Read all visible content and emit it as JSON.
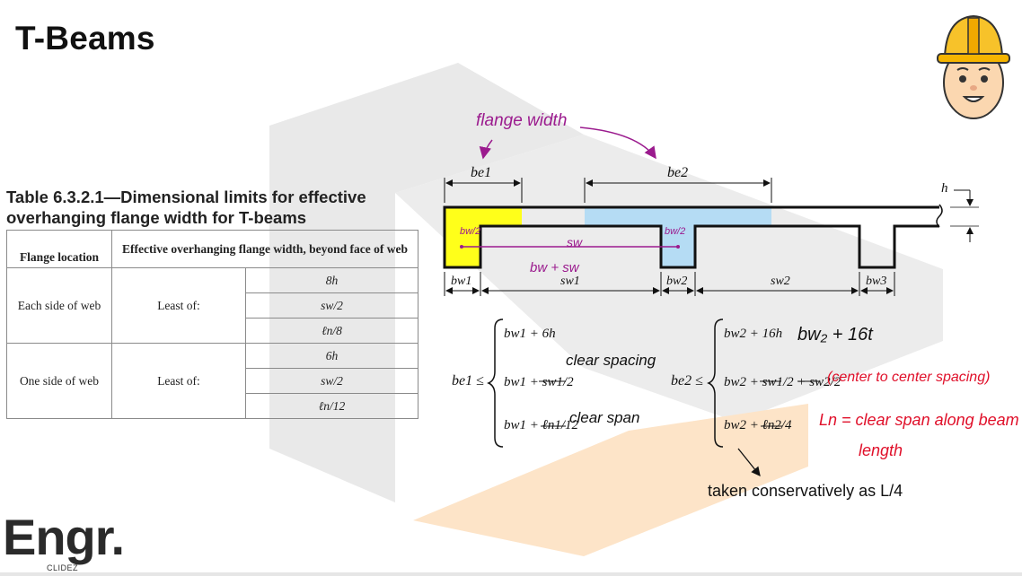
{
  "title": "T-Beams",
  "table": {
    "caption_line1": "Table 6.3.2.1—Dimensional limits for effective",
    "caption_line2": "overhanging flange width for T-beams",
    "col1_header": "Flange location",
    "col2_header": "Effective overhanging flange width, beyond face of web",
    "group1_location": "Each side of web",
    "group1_rule": "Least of:",
    "group1_values": [
      "8h",
      "sw/2",
      "ℓn/8"
    ],
    "group2_location": "One side of web",
    "group2_rule": "Least of:",
    "group2_values": [
      "6h",
      "sw/2",
      "ℓn/12"
    ]
  },
  "diagram": {
    "be1": "be1",
    "be2": "be2",
    "h": "h",
    "bw1": "bw1",
    "sw1": "sw1",
    "bw2": "bw2",
    "sw2": "sw2",
    "bw3": "bw3"
  },
  "annotations": {
    "flange_width": "flange width",
    "bw_half_1": "bw/2",
    "bw_half_2": "bw/2",
    "sw": "sw",
    "bw_plus_sw": "bw + sw",
    "clear_spacing": "clear spacing",
    "clear_span": "clear span",
    "bw2_16t": "bw₂ + 16t",
    "center_spacing": "(center to center spacing)",
    "ln_def_line1": "Ln = clear span along beam",
    "ln_def_line2": "length"
  },
  "formula_be1": {
    "lhs": "be1 ≤",
    "terms": [
      "bw1 + 6h",
      "bw1 + sw1/2",
      "bw1 + ℓn1/12"
    ]
  },
  "formula_be2": {
    "lhs": "be2 ≤",
    "terms": [
      "bw2 + 16h",
      "bw2 + sw1/2 + sw2/2",
      "bw2 + ℓn2/4"
    ]
  },
  "conservative_note": "taken conservatively as L/4",
  "logo": {
    "brand": "Engr.",
    "sub": "CLIDEZ"
  },
  "colors": {
    "yellow": "#ffff1a",
    "blue": "#b5dcf4",
    "magenta": "#9b1b8e",
    "red": "#e0102a"
  }
}
